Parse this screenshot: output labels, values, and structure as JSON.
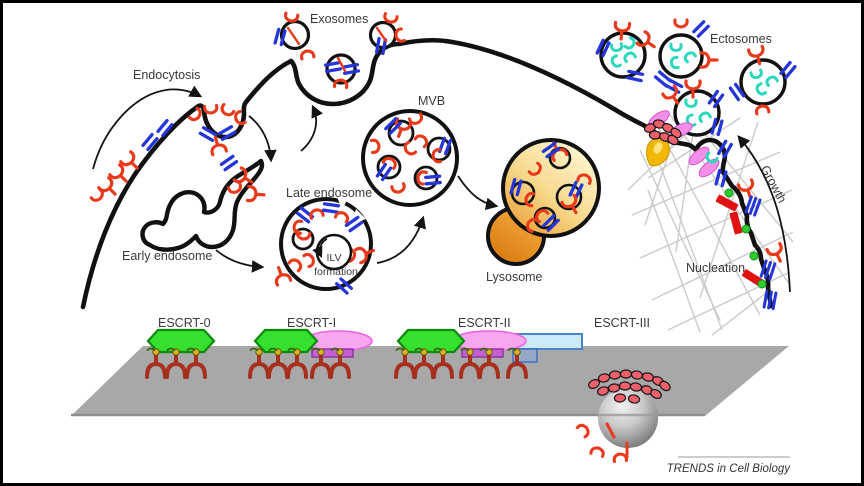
{
  "figure": {
    "labels": {
      "exosomes": "Exosomes",
      "endocytosis": "Endocytosis",
      "mvb": "MVB",
      "late_endosome": "Late endosome",
      "early_endosome": "Early endosome",
      "ilv_line1": "ILV",
      "ilv_line2": "formation",
      "lysosome": "Lysosome",
      "ectosomes": "Ectosomes",
      "growth": "Growth",
      "nucleation": "Nucleation",
      "escrt_0": "ESCRT-0",
      "escrt_i": "ESCRT-I",
      "escrt_ii": "ESCRT-II",
      "escrt_iii": "ESCRT-III"
    },
    "credit": "TRENDS in Cell Biology",
    "colors": {
      "receptor_red": "#e8391b",
      "platform_receptor_red": "#a62f1e",
      "protein_blue": "#2436d9",
      "cargo_cyan": "#2bd8bd",
      "escrt0_green": "#35e02e",
      "escrt1_pink": "#f8a6ef",
      "escrt2_lightblue": "#cdeaf9",
      "purple_adaptor": "#c45fd4",
      "membrane_black": "#111111",
      "platform_gray": "#a8a8a8",
      "lysosome_orange": "#eda23a",
      "filament_red": "#f0606a",
      "nucleation_green": "#2ecc2e",
      "bar_red": "#e01111",
      "drop_yellow": "#f2b705",
      "label_escrt0": "#2f7032",
      "label_escrt1": "#f05fe3",
      "label_escrt2": "#5b9bd5",
      "mesh_gray": "#cbcbcb"
    },
    "glyphs": {
      "receptor": "red-Y-receptor-icon",
      "double_bar": "blue-transmembrane-protein-icon",
      "chevron": "cyan-cargo-icon",
      "filament": "red-escrt3-filament-icon",
      "dot": "green-nucleation-dot-icon"
    }
  }
}
